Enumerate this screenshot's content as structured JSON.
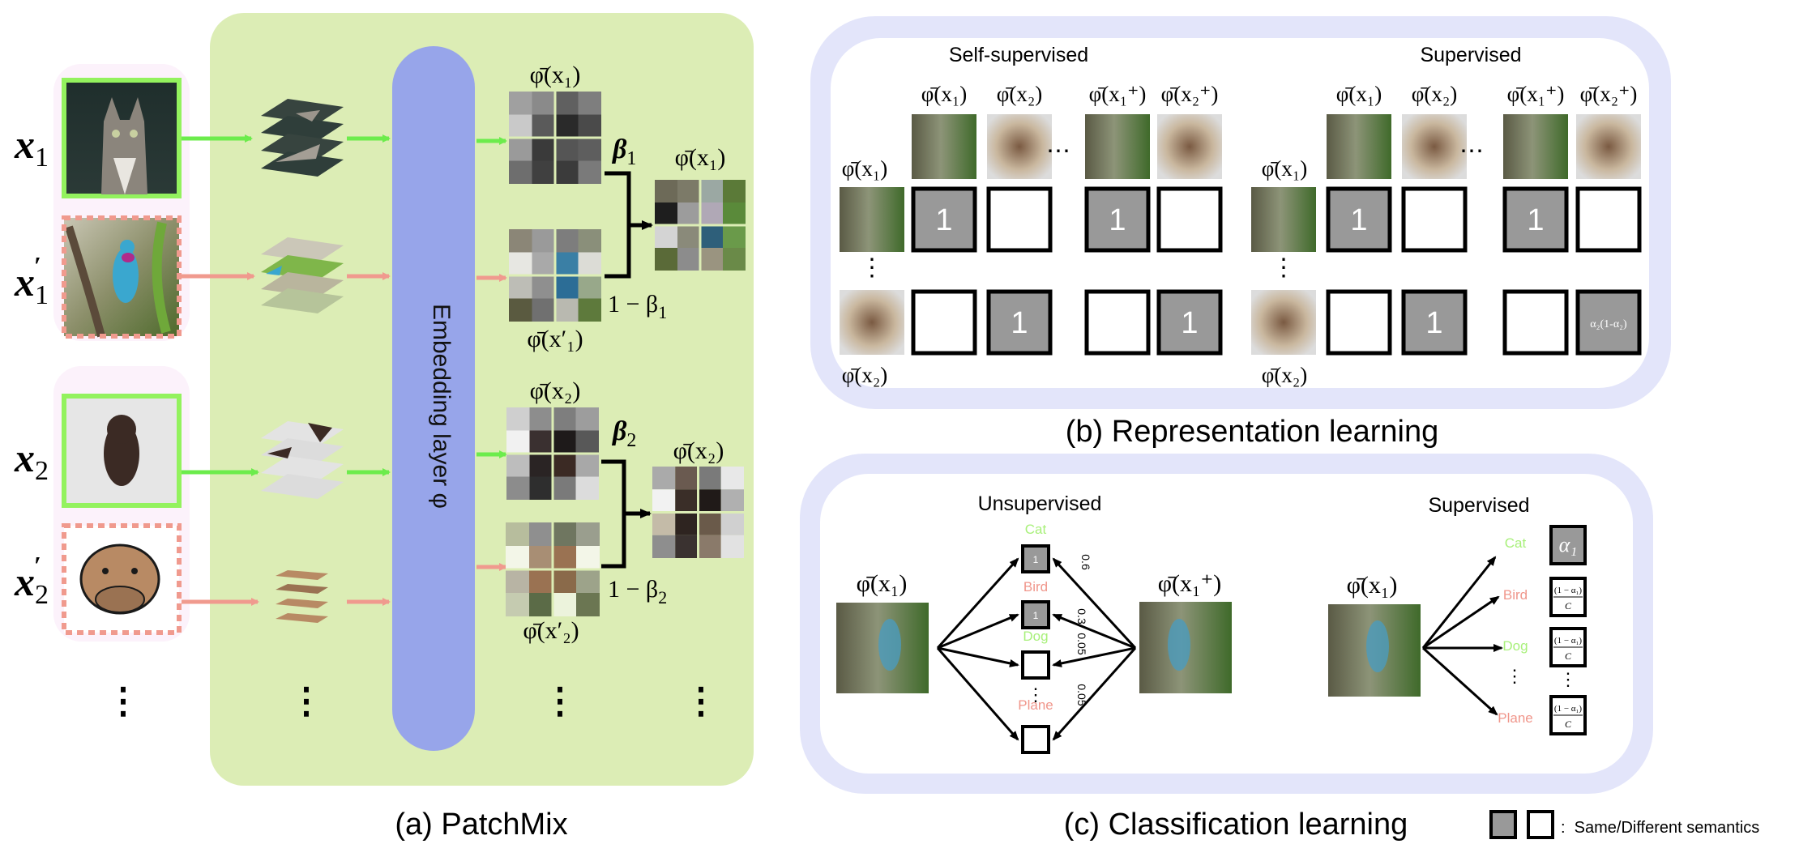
{
  "colors": {
    "green_panel": "#dcedb5",
    "embedding_bar": "#97a5ea",
    "lavender": "#e3e5fa",
    "pink_group": "#fcf2fb",
    "same_green": "#8ef25f",
    "diff_red": "#f0968b",
    "arrow_green": "#6cec4c",
    "arrow_red": "#f09a8e",
    "gray_box": "#999999",
    "cat_label": "#a8f07a",
    "bird_label": "#f0968b"
  },
  "panel_a": {
    "caption": "(a) PatchMix",
    "embedding_label": "Embedding layer φ",
    "inputs": [
      {
        "label": "x",
        "sub": "1",
        "prime": false,
        "image": "cat",
        "role": "same"
      },
      {
        "label": "x",
        "sub": "1",
        "prime": true,
        "image": "bird",
        "role": "different"
      },
      {
        "label": "x",
        "sub": "2",
        "prime": false,
        "image": "puppy",
        "role": "same"
      },
      {
        "label": "x",
        "sub": "2",
        "prime": true,
        "image": "bulldog-cartoon",
        "role": "different"
      }
    ],
    "feature_labels": {
      "x1": "φ̄(x₁)",
      "x1p": "φ̄(x′₁)",
      "x2": "φ̄(x₂)",
      "x2p": "φ̄(x′₂)",
      "mix1": "φ̄(x₁)",
      "mix2": "φ̄(x₂)"
    },
    "weights": {
      "b1": "β",
      "b1_sub": "1",
      "one_minus_b1": "1 − β",
      "b2": "β",
      "b2_sub": "2",
      "one_minus_b2": "1 − β"
    },
    "ellipsis": "⋮"
  },
  "panel_b": {
    "caption": "(b) Representation learning",
    "sections": [
      {
        "title": "Self-supervised",
        "col_headers": [
          "φ̄(x₁)",
          "φ̄(x₂)",
          "φ̄(x₁⁺)",
          "φ̄(x₂⁺)"
        ],
        "row_headers": [
          "φ̄(x₁)",
          "φ̄(x₂)"
        ],
        "cells": [
          [
            "1",
            "",
            "1",
            ""
          ],
          [
            "",
            "1",
            "",
            "1"
          ]
        ],
        "filled": [
          [
            true,
            false,
            true,
            false
          ],
          [
            false,
            true,
            false,
            true
          ]
        ]
      },
      {
        "title": "Supervised",
        "col_headers": [
          "φ̄(x₁)",
          "φ̄(x₂)",
          "φ̄(x₁⁺)",
          "φ̄(x₂⁺)"
        ],
        "row_headers": [
          "φ̄(x₁)",
          "φ̄(x₂)"
        ],
        "cells": [
          [
            "1",
            "",
            "1",
            ""
          ],
          [
            "",
            "1",
            "",
            "α₂(1-α₂)"
          ]
        ],
        "filled": [
          [
            true,
            false,
            true,
            false
          ],
          [
            false,
            true,
            false,
            true
          ]
        ]
      }
    ],
    "hdots": "⋯",
    "vdots": "⋮"
  },
  "panel_c": {
    "caption": "(c) Classification learning",
    "unsupervised": {
      "title": "Unsupervised",
      "left_label": "φ̄(x₁)",
      "right_label": "φ̄(x₁⁺)",
      "classes": [
        {
          "name": "Cat",
          "value": "1",
          "filled": true,
          "color_role": "same",
          "edge_weight": "0.6"
        },
        {
          "name": "Bird",
          "value": "1",
          "filled": true,
          "color_role": "different",
          "edge_weight": "0.3"
        },
        {
          "name": "Dog",
          "value": "",
          "filled": false,
          "color_role": "same",
          "edge_weight": "0.05"
        },
        {
          "name": "Plane",
          "value": "",
          "filled": false,
          "color_role": "different",
          "edge_weight": "0.05"
        }
      ]
    },
    "supervised": {
      "title": "Supervised",
      "left_label": "φ̄(x₁)",
      "classes": [
        {
          "name": "Cat",
          "value": "α₁",
          "filled": true,
          "color_role": "same"
        },
        {
          "name": "Bird",
          "num": "(1 − α₁)",
          "den": "C",
          "filled": false,
          "color_role": "different"
        },
        {
          "name": "Dog",
          "num": "(1 − α₁)",
          "den": "C",
          "filled": false,
          "color_role": "same"
        },
        {
          "name": "Plane",
          "num": "(1 − α₁)",
          "den": "C",
          "filled": false,
          "color_role": "different"
        }
      ]
    }
  },
  "legend": {
    "text": ":  Same/Different semantics"
  }
}
